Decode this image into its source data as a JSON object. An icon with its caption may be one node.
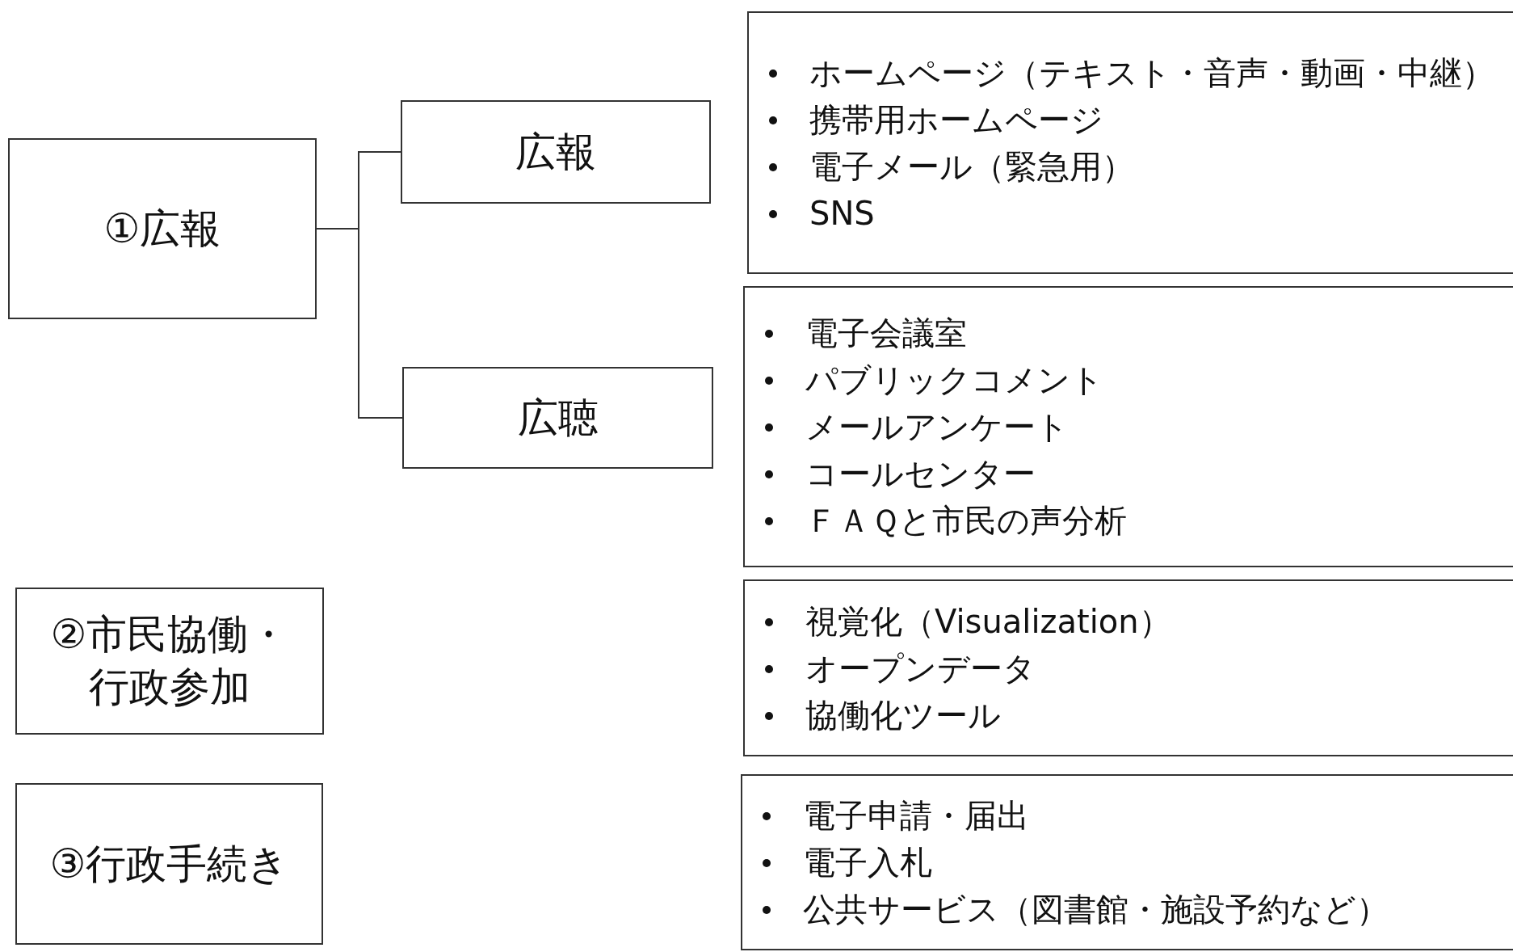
{
  "diagram": {
    "nodes": [
      {
        "text": [
          "①広報"
        ]
      },
      {
        "text": [
          "広報"
        ]
      },
      {
        "text": [
          "広聴"
        ]
      },
      {
        "text": [
          "ホームページ（テキスト・音声・動画・中継）",
          "携帯用ホームページ",
          "電子メール（緊急用）",
          "SNS"
        ]
      },
      {
        "text": [
          "電子会議室",
          "パブリックコメント",
          "メールアンケート",
          "コールセンター",
          "ＦＡＱと市民の声分析"
        ]
      },
      {
        "text": [
          "②市民協働・行政参加"
        ]
      },
      {
        "text": [
          "視覚化（Visualization）",
          "オープンデータ",
          "協働化ツール"
        ]
      },
      {
        "text": [
          "③行政手続き"
        ]
      },
      {
        "text": [
          "電子申請・届出",
          "電子入札",
          "公共サービス（図書館・施設予約など）"
        ]
      }
    ],
    "edges": [
      {
        "from": 0,
        "to": 1,
        "arrow": "none"
      },
      {
        "from": 0,
        "to": 2,
        "arrow": "none"
      }
    ]
  }
}
